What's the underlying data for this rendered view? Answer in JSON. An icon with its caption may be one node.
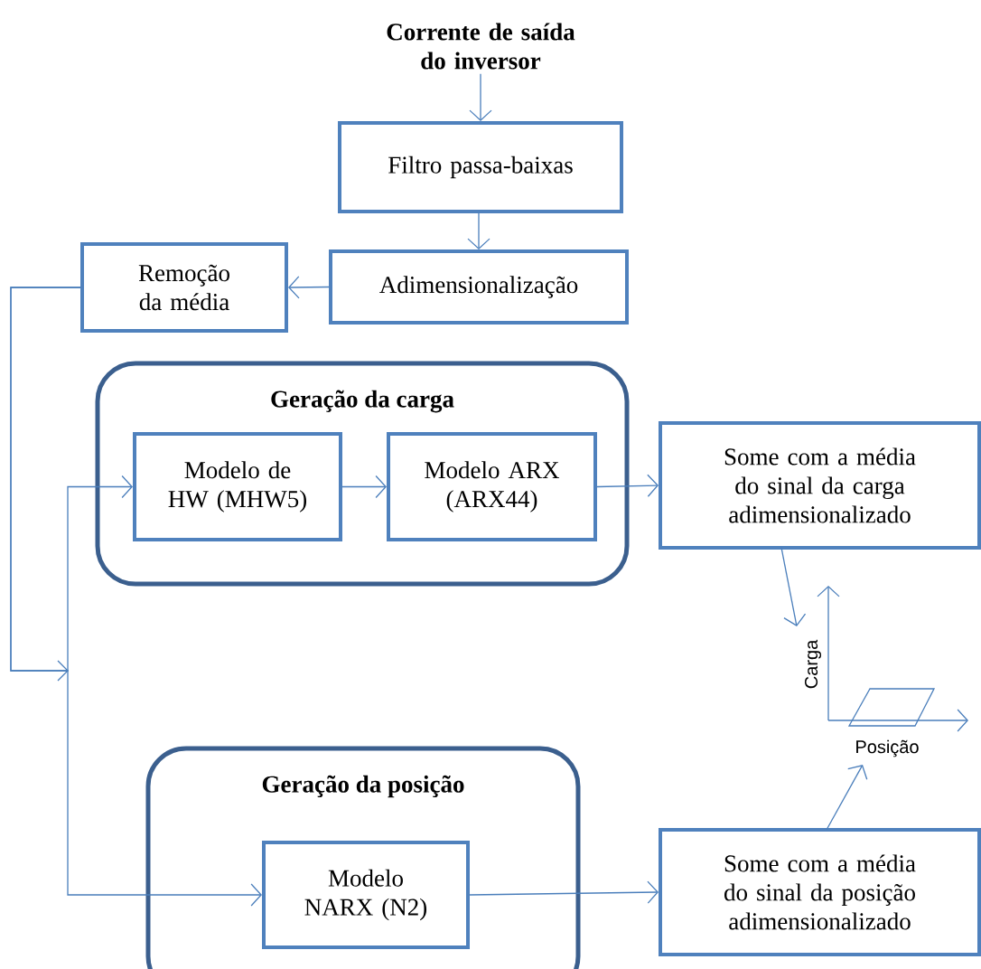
{
  "diagram": {
    "nodes": [
      {
        "text": [
          "Corrente de saída do inversor"
        ]
      },
      {
        "text": [
          "Filtro passa-baixas"
        ]
      },
      {
        "text": [
          "Adimensionalização"
        ]
      },
      {
        "text": [
          "Remoção da média"
        ]
      },
      {
        "text": [
          "Geração da carga"
        ]
      },
      {
        "text": [
          "Modelo de HW (MHW5)"
        ],
        "in": 4
      },
      {
        "text": [
          "Modelo ARX (ARX44)"
        ],
        "in": 4
      },
      {
        "text": [
          "Some com a média do sinal da carga adimensionalizado"
        ]
      },
      {
        "text": [
          "Geração da posição"
        ]
      },
      {
        "text": [
          "Modelo NARX (N2)"
        ],
        "in": 8
      },
      {
        "text": [
          "Some com a média do sinal da posição adimensionalizado"
        ]
      },
      {
        "text": [],
        "shape": "picture"
      }
    ],
    "edges": [
      {
        "from": 0,
        "to": 1,
        "arrow": "to"
      },
      {
        "from": 1,
        "to": 2,
        "arrow": "to"
      },
      {
        "from": 2,
        "to": 3,
        "arrow": "to"
      },
      {
        "from": 3,
        "to": 5,
        "arrow": "to"
      },
      {
        "from": 3,
        "to": 9,
        "arrow": "to"
      },
      {
        "from": 5,
        "to": 6,
        "arrow": "to"
      },
      {
        "from": 6,
        "to": 7,
        "arrow": "to"
      },
      {
        "from": 7,
        "to": 11,
        "arrow": "to"
      },
      {
        "from": 9,
        "to": 10,
        "arrow": "to"
      },
      {
        "from": 10,
        "to": 11,
        "arrow": "to"
      }
    ],
    "labels": [
      "Carga",
      "Posição"
    ]
  }
}
